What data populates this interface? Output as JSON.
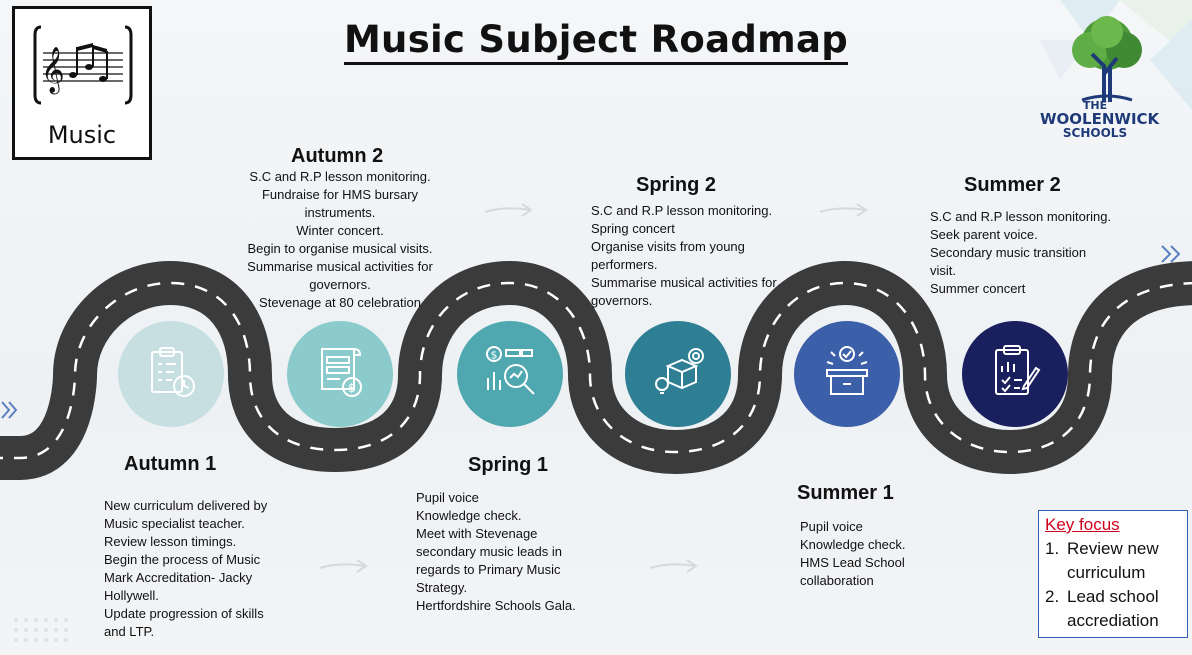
{
  "title": "Music Subject Roadmap",
  "music_box": {
    "label": "Music"
  },
  "logo": {
    "the": "THE",
    "name": "WOOLENWICK",
    "schools": "SCHOOLS"
  },
  "colors": {
    "circle_1": "#c7dfe1",
    "circle_2": "#8ccbcc",
    "circle_3": "#4fa8b0",
    "circle_4": "#2e7f94",
    "circle_5": "#3b5fa8",
    "circle_6": "#1a1f5e",
    "road": "#3a3a3a",
    "key_title": "#d0021b",
    "key_border": "#2f5fb0"
  },
  "stages": {
    "autumn1": {
      "heading": "Autumn 1",
      "icon": "clipboard-clock-icon",
      "lines": [
        "New curriculum delivered by",
        "Music specialist teacher.",
        "Review lesson timings.",
        "Begin the process of Music",
        "Mark Accreditation- Jacky",
        "Hollywell.",
        "Update progression of skills",
        "and LTP."
      ]
    },
    "autumn2": {
      "heading": "Autumn 2",
      "icon": "document-money-icon",
      "lines": [
        "S.C and R.P lesson monitoring.",
        "Fundraise for HMS bursary",
        "instruments.",
        "Winter concert.",
        "Begin to organise musical visits.",
        "Summarise musical activities for",
        "governors.",
        "Stevenage at 80 celebration"
      ]
    },
    "spring1": {
      "heading": "Spring 1",
      "icon": "analytics-magnifier-icon",
      "lines": [
        "Pupil voice",
        "Knowledge check.",
        "Meet with Stevenage",
        "secondary music leads in",
        "regards to Primary Music",
        "Strategy.",
        "Hertfordshire Schools Gala."
      ]
    },
    "spring2": {
      "heading": "Spring 2",
      "icon": "box-gear-bulb-icon",
      "lines": [
        "S.C and R.P lesson monitoring.",
        "Spring concert",
        "Organise visits from young",
        "performers.",
        "Summarise musical activities for",
        "governors."
      ]
    },
    "summer1": {
      "heading": "Summer 1",
      "icon": "open-box-check-icon",
      "lines": [
        "Pupil voice",
        "Knowledge check.",
        "HMS Lead School",
        "collaboration"
      ]
    },
    "summer2": {
      "heading": "Summer 2",
      "icon": "clipboard-chart-icon",
      "lines": [
        "S.C and R.P lesson monitoring.",
        "Seek parent voice.",
        "Secondary music transition",
        "visit.",
        "Summer concert"
      ]
    }
  },
  "key_focus": {
    "title": "Key focus",
    "items": [
      {
        "n": "1.",
        "text1": "Review new",
        "text2": "curriculum"
      },
      {
        "n": "2.",
        "text1": "Lead school",
        "text2": "accrediation"
      }
    ]
  }
}
